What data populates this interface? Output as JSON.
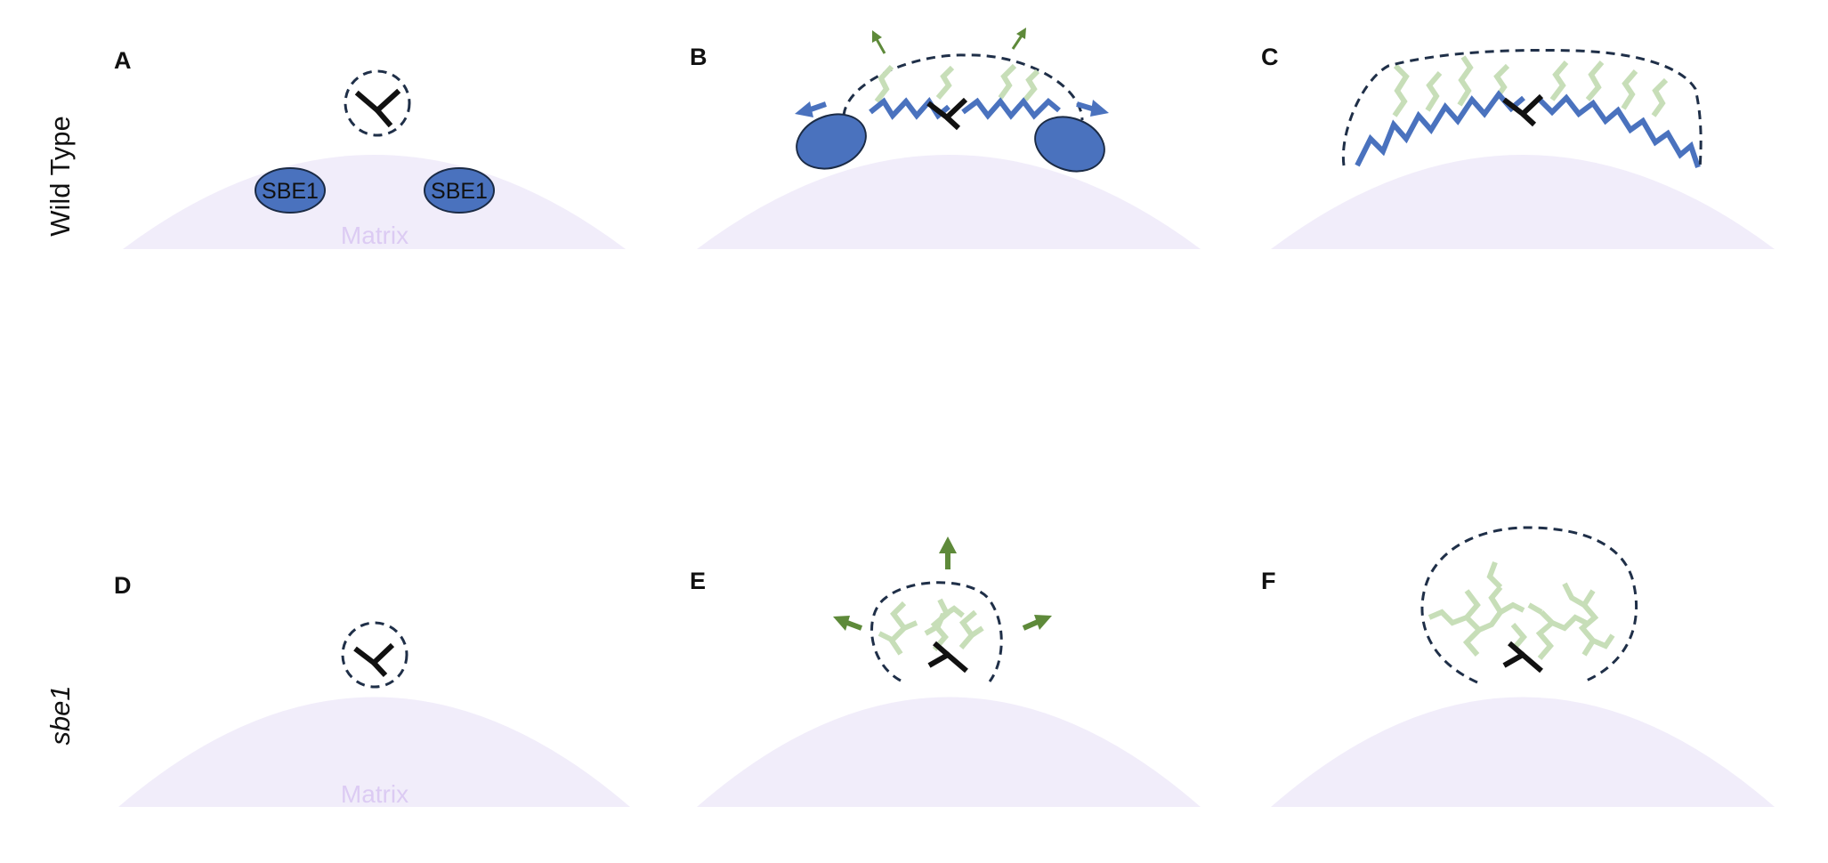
{
  "row_labels": {
    "top": "Wild Type",
    "bottom": "sbe1"
  },
  "panel_letters": {
    "A": "A",
    "B": "B",
    "C": "C",
    "D": "D",
    "E": "E",
    "F": "F"
  },
  "labels": {
    "matrix": "Matrix",
    "enzyme": "SBE1"
  },
  "colors": {
    "matrix": "#f1edfa",
    "matrix_text": "#dccbf3",
    "enzyme": "#4a72be",
    "enzyme_stroke": "#1b2b45",
    "chain_blue": "#4a72be",
    "chain_green": "#c7deb8",
    "arrow_green": "#5e8a3a",
    "primer": "#111111",
    "boundary": "#1f2f48"
  }
}
